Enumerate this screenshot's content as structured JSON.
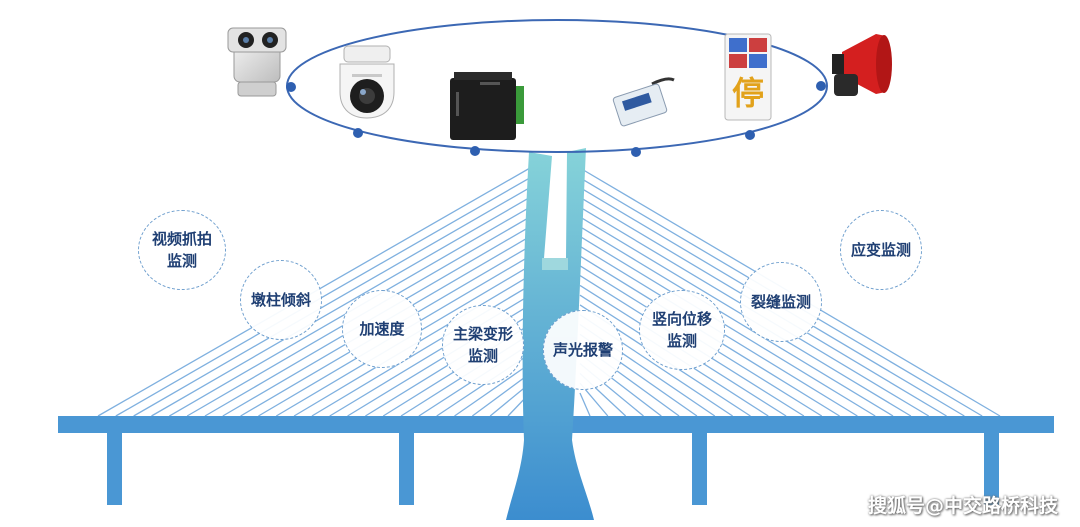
{
  "colors": {
    "bridge": "#4a97d4",
    "cable": "#7fb0df",
    "tower_top": "#7fd0d6",
    "tower_bottom": "#3f8fd0",
    "ring": "#3c68b4",
    "bubble_text": "#1f3f73"
  },
  "devices": [
    {
      "name": "thermal-camera-icon"
    },
    {
      "name": "dome-camera-icon"
    },
    {
      "name": "data-gateway-icon"
    },
    {
      "name": "tilt-sensor-icon"
    },
    {
      "name": "led-sign-icon",
      "sign_text": "停"
    },
    {
      "name": "loudspeaker-icon"
    }
  ],
  "monitors": [
    {
      "id": "video",
      "label": "视频抓拍\n监测"
    },
    {
      "id": "pier",
      "label": "墩柱倾斜"
    },
    {
      "id": "accel",
      "label": "加速度"
    },
    {
      "id": "beam",
      "label": "主梁变形\n监测"
    },
    {
      "id": "alarm",
      "label": "声光报警"
    },
    {
      "id": "vertical",
      "label": "竖向位移\n监测"
    },
    {
      "id": "crack",
      "label": "裂缝监测"
    },
    {
      "id": "strain",
      "label": "应变监测"
    }
  ],
  "watermark": "搜狐号@中交路桥科技"
}
